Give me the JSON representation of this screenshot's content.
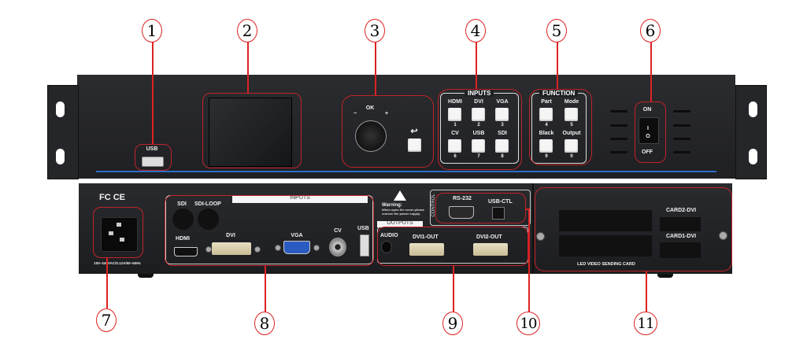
{
  "callouts": [
    {
      "number": "1",
      "target": "Front USB port"
    },
    {
      "number": "2",
      "target": "LCD screen"
    },
    {
      "number": "3",
      "target": "Rotary knob & back button"
    },
    {
      "number": "4",
      "target": "Input selection buttons"
    },
    {
      "number": "5",
      "target": "Function buttons"
    },
    {
      "number": "6",
      "target": "Power switch"
    },
    {
      "number": "7",
      "target": "Power inlet"
    },
    {
      "number": "8",
      "target": "Input ports"
    },
    {
      "number": "9",
      "target": "Output ports"
    },
    {
      "number": "10",
      "target": "Control ports"
    },
    {
      "number": "11",
      "target": "LED video sending card slots"
    }
  ],
  "front_panel": {
    "usb_label": "USB",
    "knob": {
      "ok": "OK",
      "minus": "−",
      "plus": "+"
    },
    "back_icon": "↩",
    "inputs_group": {
      "title": "INPUTS",
      "buttons": [
        {
          "label": "HDMI",
          "number": "1"
        },
        {
          "label": "DVI",
          "number": "2"
        },
        {
          "label": "VGA",
          "number": "3"
        },
        {
          "label": "CV",
          "number": "6"
        },
        {
          "label": "USB",
          "number": "7"
        },
        {
          "label": "SDI",
          "number": "8"
        }
      ]
    },
    "function_group": {
      "title": "FUNCTION",
      "buttons": [
        {
          "label": "Part",
          "number": "4"
        },
        {
          "label": "Mode",
          "number": "5"
        },
        {
          "label": "Black",
          "number": "9"
        },
        {
          "label": "Output",
          "number": "0"
        }
      ]
    },
    "power": {
      "on": "ON",
      "off": "OFF",
      "i": "I",
      "o": "O"
    }
  },
  "rear_panel": {
    "certs": "FC CE",
    "power_rating": "100~240VAC/0.12A/50~60Hz",
    "inputs": {
      "title": "INPUTS",
      "ports": [
        "SDI",
        "SDI-LOOP",
        "HDMI",
        "DVI",
        "VGA",
        "CV",
        "USB"
      ]
    },
    "warning": {
      "title": "Warning:",
      "text": "When open the cover please remove the power supply."
    },
    "control": {
      "title": "CONTROL",
      "ports": [
        "RS-232",
        "USB-CTL"
      ]
    },
    "outputs": {
      "title": "OUTPUTS",
      "ports": [
        "AUDIO",
        "DVI1-OUT",
        "DVI2-OUT"
      ]
    },
    "cards": {
      "title": "LED VIDEO SENDING CARD",
      "slots": [
        "CARD2-DVI",
        "CARD1-DVI"
      ]
    }
  },
  "colors": {
    "callout": "#dd2222",
    "chassis": "#232427",
    "accent_stripe": "#2a6fc7"
  }
}
